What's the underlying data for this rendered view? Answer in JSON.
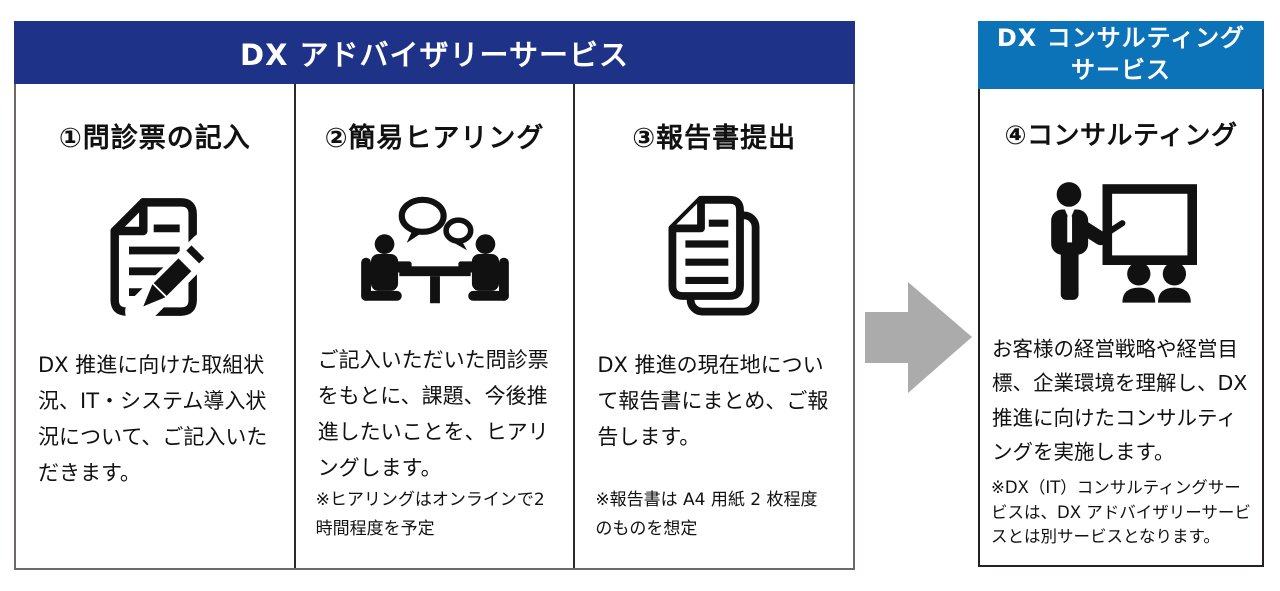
{
  "left_panel": {
    "header": "DX アドバイザリーサービス",
    "header_bg": "#1e3287",
    "steps": [
      {
        "title": "①問診票の記入",
        "icon": "document-pencil-icon",
        "body": "DX 推進に向けた取組状況、IT・システム導入状況について、ご記入いただきます。",
        "note": ""
      },
      {
        "title": "②簡易ヒアリング",
        "icon": "meeting-icon",
        "body": "ご記入いただいた問診票をもとに、課題、今後推進したいことを、ヒアリングします。",
        "note": "※ヒアリングはオンラインで2 時間程度を予定"
      },
      {
        "title": "③報告書提出",
        "icon": "report-documents-icon",
        "body": "DX 推進の現在地について報告書にまとめ、ご報告します。",
        "note": "※報告書は A4 用紙 2 枚程度のものを想定"
      }
    ]
  },
  "arrow": {
    "direction": "right",
    "color": "#ababab"
  },
  "right_panel": {
    "header_line1": "DX コンサルティング",
    "header_line2": "サービス",
    "header_bg": "#0c73b8",
    "step": {
      "title": "④コンサルティング",
      "icon": "presentation-icon",
      "body": "お客様の経営戦略や経営目標、企業環境を理解し、DX 推進に向けたコンサルティングを実施します。",
      "note": "※DX（IT）コンサルティングサービスは、DX アドバイザリーサービスとは別サービスとなります。"
    }
  },
  "colors": {
    "advisory_header_bg": "#1e3287",
    "consulting_header_bg": "#0c73b8",
    "arrow": "#ababab",
    "icon": "#111111",
    "left_box_border": "#6f6868",
    "right_box_border": "#262020"
  }
}
